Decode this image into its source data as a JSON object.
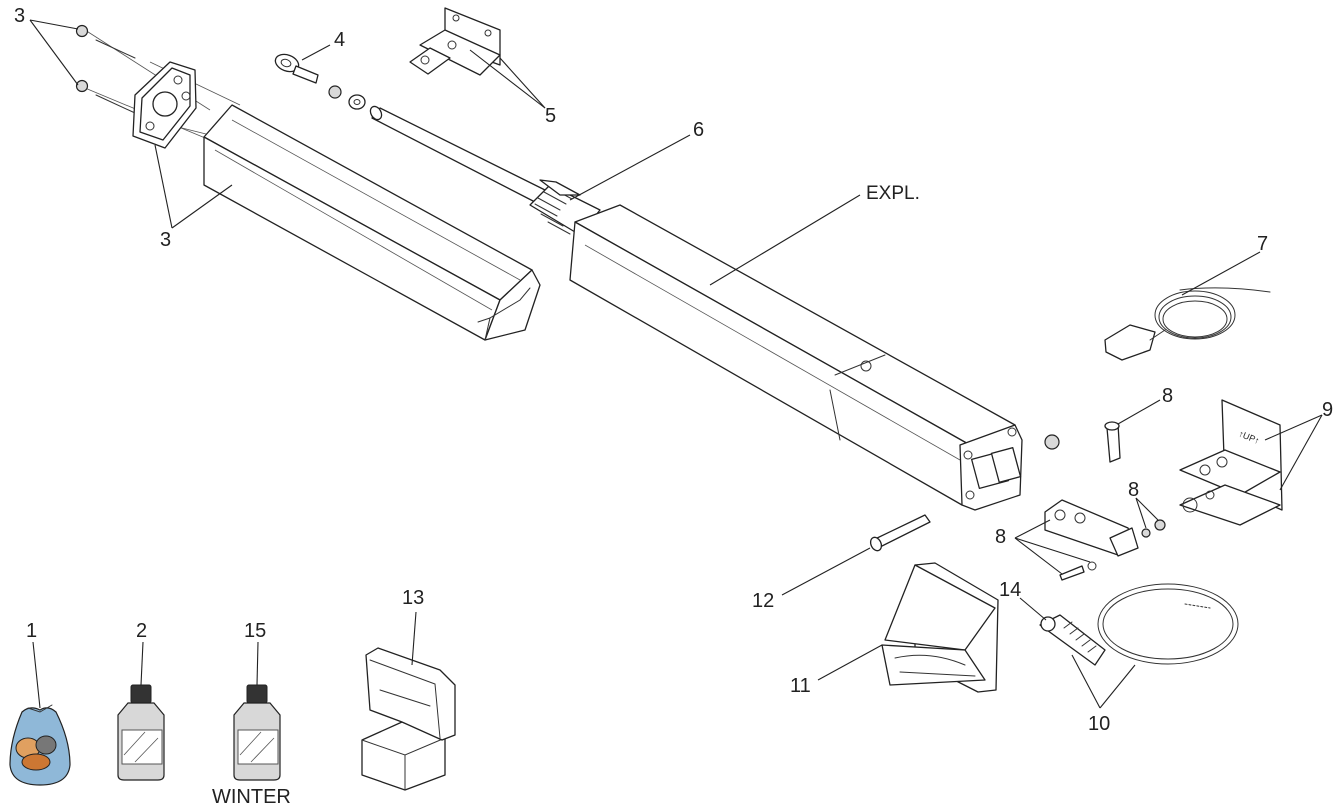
{
  "labels": {
    "part1": "1",
    "part2": "2",
    "part3a": "3",
    "part3b": "3",
    "part4": "4",
    "part5": "5",
    "part6": "6",
    "part7": "7",
    "part8a": "8",
    "part8b": "8",
    "part8c": "8",
    "part9": "9",
    "part10": "10",
    "part11": "11",
    "part12": "12",
    "part13": "13",
    "part14": "14",
    "part15": "15",
    "expl": "EXPL.",
    "winter": "WINTER"
  },
  "colors": {
    "line": "#222222",
    "bag": "#8fb8d8",
    "bottle_cap": "#333333",
    "bottle_body": "#d8d8d8"
  }
}
